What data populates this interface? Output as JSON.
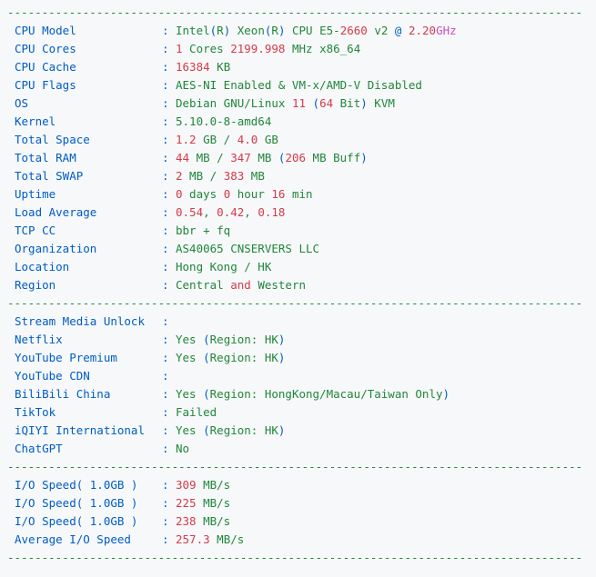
{
  "colors": {
    "label": "#005cc5",
    "value": "#22863a",
    "number": "#d73a49",
    "accent": "#6f42c1",
    "bg": "#f6f8fa"
  },
  "separator": "-------------------------------------------------------------------------------------",
  "system": [
    {
      "label": "CPU Model",
      "value": "Intel(R) Xeon(R) CPU E5-2660 v2 @ 2.20GHz"
    },
    {
      "label": "CPU Cores",
      "value": "1 Cores 2199.998 MHz x86_64"
    },
    {
      "label": "CPU Cache",
      "value": "16384 KB"
    },
    {
      "label": "CPU Flags",
      "value": "AES-NI Enabled & VM-x/AMD-V Disabled"
    },
    {
      "label": "OS",
      "value": "Debian GNU/Linux 11 (64 Bit) KVM"
    },
    {
      "label": "Kernel",
      "value": "5.10.0-8-amd64"
    },
    {
      "label": "Total Space",
      "value": "1.2 GB / 4.0 GB"
    },
    {
      "label": "Total RAM",
      "value": "44 MB / 347 MB (206 MB Buff)"
    },
    {
      "label": "Total SWAP",
      "value": "2 MB / 383 MB"
    },
    {
      "label": "Uptime",
      "value": "0 days 0 hour 16 min"
    },
    {
      "label": "Load Average",
      "value": "0.54, 0.42, 0.18"
    },
    {
      "label": "TCP CC",
      "value": "bbr + fq"
    },
    {
      "label": "Organization",
      "value": "AS40065 CNSERVERS LLC"
    },
    {
      "label": "Location",
      "value": "Hong Kong / HK"
    },
    {
      "label": "Region",
      "value": "Central and Western"
    }
  ],
  "media": [
    {
      "label": "Stream Media Unlock",
      "value": ""
    },
    {
      "label": "Netflix",
      "value": "Yes (Region: HK)"
    },
    {
      "label": "YouTube Premium",
      "value": "Yes (Region: HK)"
    },
    {
      "label": "YouTube CDN",
      "value": ""
    },
    {
      "label": "BiliBili China",
      "value": "Yes (Region: HongKong/Macau/Taiwan Only)"
    },
    {
      "label": "TikTok",
      "value": "Failed"
    },
    {
      "label": "iQIYI International",
      "value": "Yes (Region: HK)"
    },
    {
      "label": "ChatGPT",
      "value": "No"
    }
  ],
  "io": [
    {
      "label": "I/O Speed( 1.0GB )",
      "value": "309 MB/s"
    },
    {
      "label": "I/O Speed( 1.0GB )",
      "value": "225 MB/s"
    },
    {
      "label": "I/O Speed( 1.0GB )",
      "value": "238 MB/s"
    },
    {
      "label": "Average I/O Speed",
      "value": "257.3 MB/s"
    }
  ]
}
